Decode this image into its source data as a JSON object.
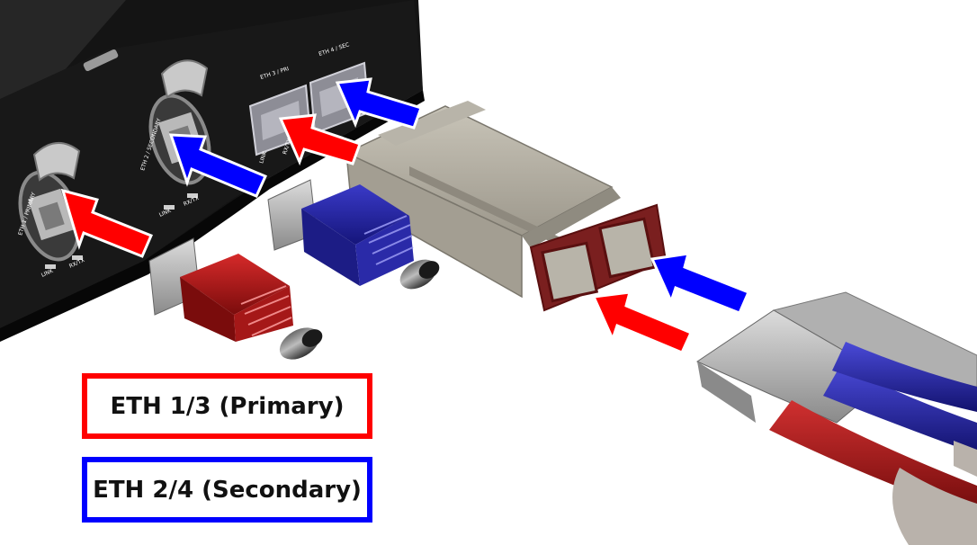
{
  "colors": {
    "primary": "#ff0000",
    "secondary": "#0000ff",
    "device_body": "#141414",
    "module_body": "#aaa59a"
  },
  "legend": {
    "primary": {
      "label": "ETH 1/3 (Primary)",
      "color": "#ff0000"
    },
    "secondary": {
      "label": "ETH 2/4 (Secondary)",
      "color": "#0000ff"
    }
  },
  "device": {
    "port_eth1": {
      "label": "ETH 1 / PRIMARY",
      "link": "LINK",
      "rxtx": "RX/TX"
    },
    "port_eth2": {
      "label": "ETH 2 / SECONDARY",
      "link": "LINK",
      "rxtx": "RX/TX"
    },
    "sfp_cage": {
      "label_pri": "ETH 3 / PRI",
      "label_sec": "ETH 4 / SEC",
      "link": "LINK",
      "rxtx": "RX/TX"
    }
  }
}
